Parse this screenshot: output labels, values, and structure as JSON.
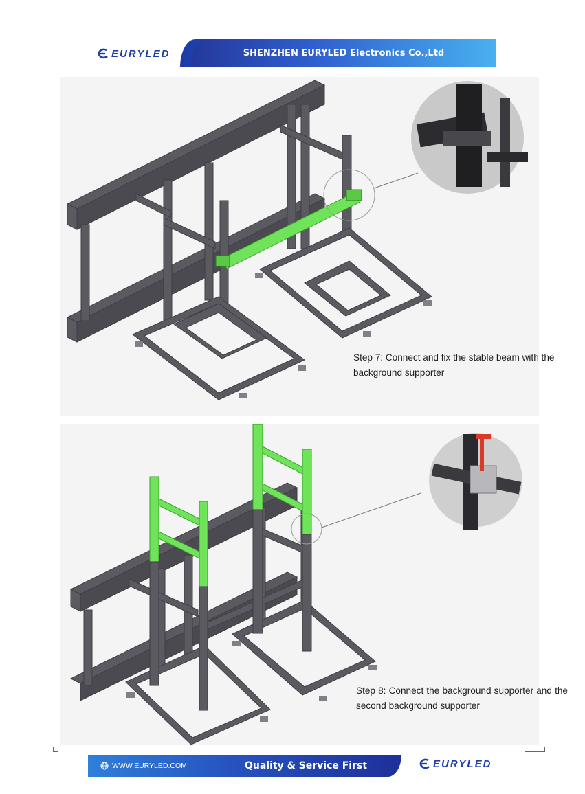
{
  "header": {
    "logo_text": "EURYLED",
    "company": "SHENZHEN EURYLED Electronics Co.,Ltd"
  },
  "steps": [
    {
      "caption": "Step 7: Connect and fix the stable beam with the background supporter",
      "highlight_color": "#6fe35a"
    },
    {
      "caption": "Step 8: Connect the background supporter and the second background supporter",
      "highlight_color": "#6fe35a"
    }
  ],
  "footer": {
    "website": "WWW.EURYLED.COM",
    "slogan": "Quality & Service First",
    "logo_text": "EURYLED",
    "icon": "globe-icon"
  },
  "colors": {
    "brand_blue": "#1d3fa8",
    "frame_gray": "#5a5a60",
    "highlight_green": "#6fe35a"
  }
}
